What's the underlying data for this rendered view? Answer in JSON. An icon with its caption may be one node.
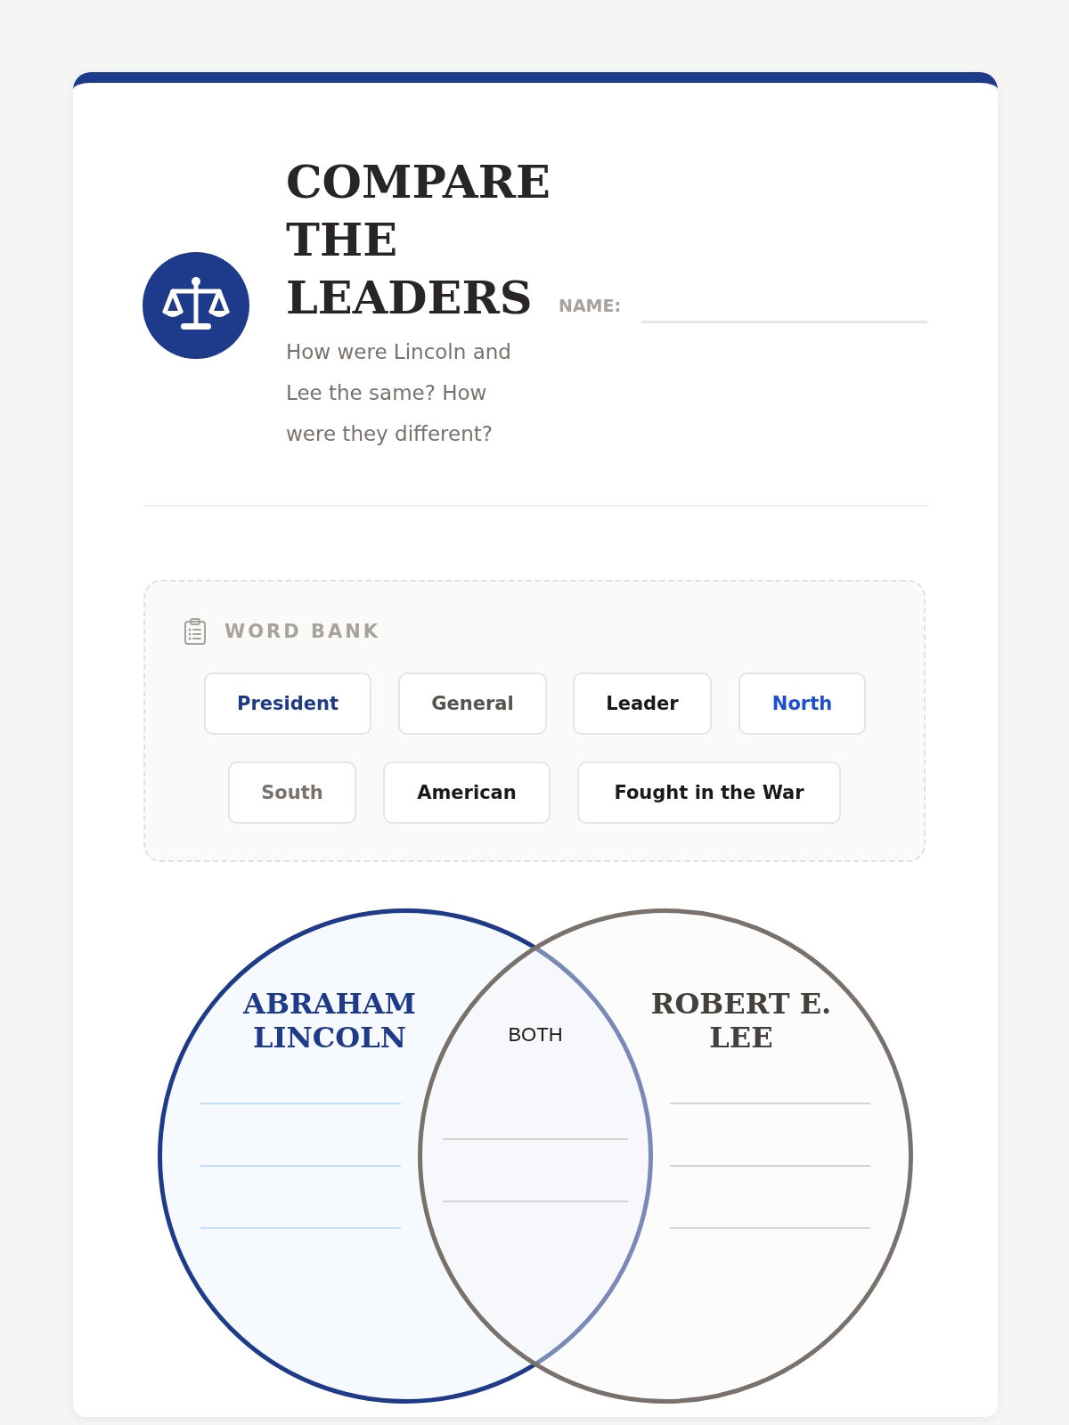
{
  "diagram": {
    "title": "COMPARE THE LEADERS",
    "nodes": [
      {
        "text": [
          "WORD BANK"
        ]
      },
      {
        "text": [
          "President"
        ],
        "in": 0
      },
      {
        "text": [
          "General"
        ],
        "in": 0
      },
      {
        "text": [
          "Leader"
        ],
        "in": 0
      },
      {
        "text": [
          "North"
        ],
        "in": 0
      },
      {
        "text": [
          "South"
        ],
        "in": 0
      },
      {
        "text": [
          "American"
        ],
        "in": 0
      },
      {
        "text": [
          "Fought in the War"
        ],
        "in": 0
      },
      {
        "text": [
          "ABRAHAM LINCOLN"
        ]
      },
      {
        "text": [
          "ROBERT E. LEE"
        ]
      }
    ],
    "labels": [
      "How were Lincoln and Lee the same? How were they different?",
      "NAME:",
      "BOTH"
    ]
  }
}
